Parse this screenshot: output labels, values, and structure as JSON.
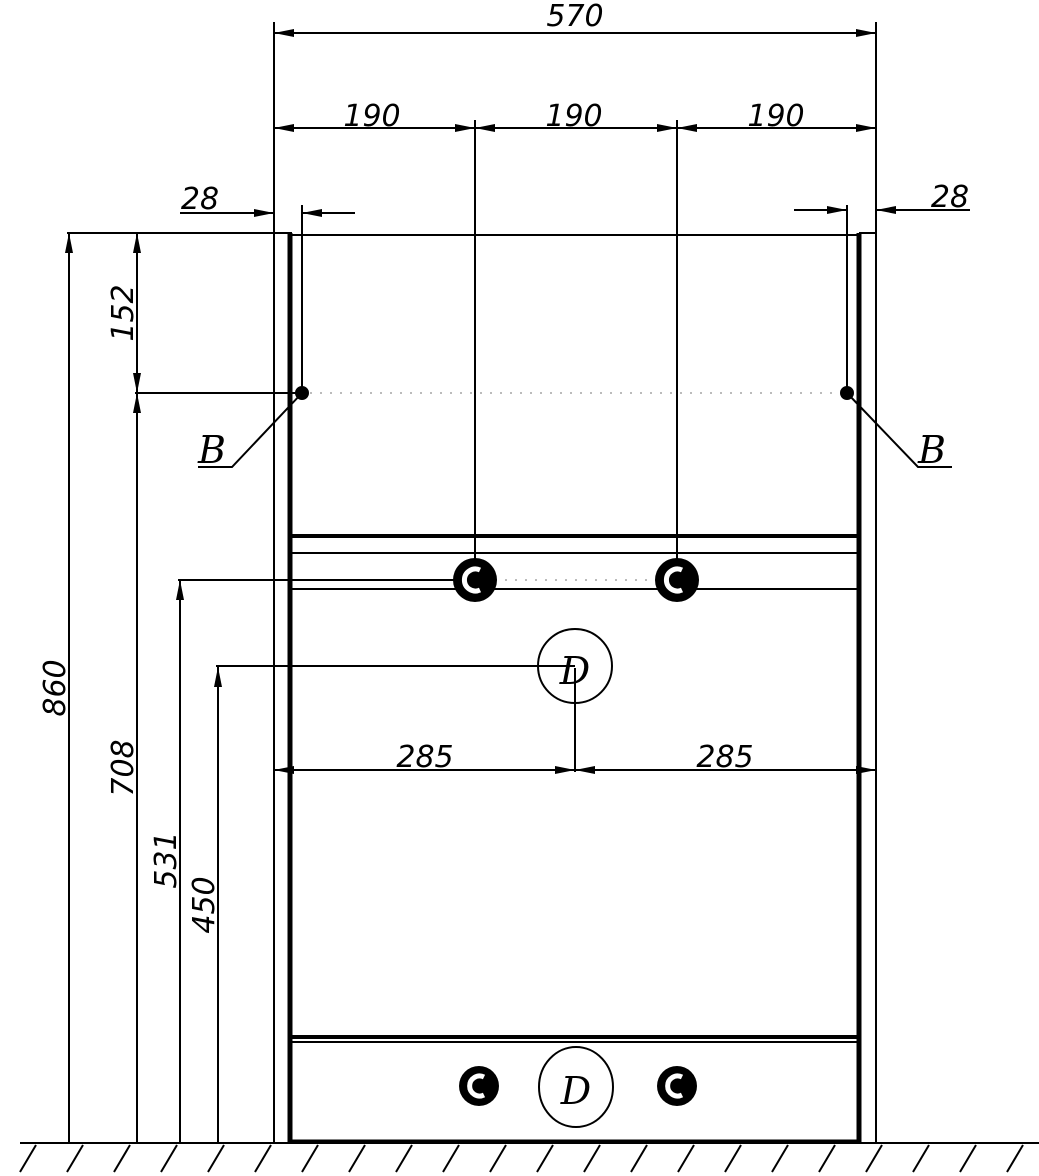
{
  "drawing": {
    "title": "Cabinet front elevation with mounting dimensions",
    "units": "mm",
    "line_color": "#000000",
    "background": "#ffffff"
  },
  "dimensions": {
    "overall_width": "570",
    "segment_left": "190",
    "segment_middle": "190",
    "segment_right": "190",
    "edge_offset_left": "28",
    "edge_offset_right": "28",
    "overall_height": "860",
    "top_to_b_points": "152",
    "b_points_height": "708",
    "c_points_height": "531",
    "d_point_height": "450",
    "half_width_left": "285",
    "half_width_right": "285"
  },
  "labels": {
    "point_b_left": "B",
    "point_b_right": "B",
    "point_d_upper": "D",
    "point_d_lower": "D"
  },
  "icons": {
    "mounting_hole": "filled-circle-c-icon",
    "reference_point": "circled-d-icon",
    "anchor_point": "dot-icon",
    "floor": "hatched-floor-line"
  }
}
